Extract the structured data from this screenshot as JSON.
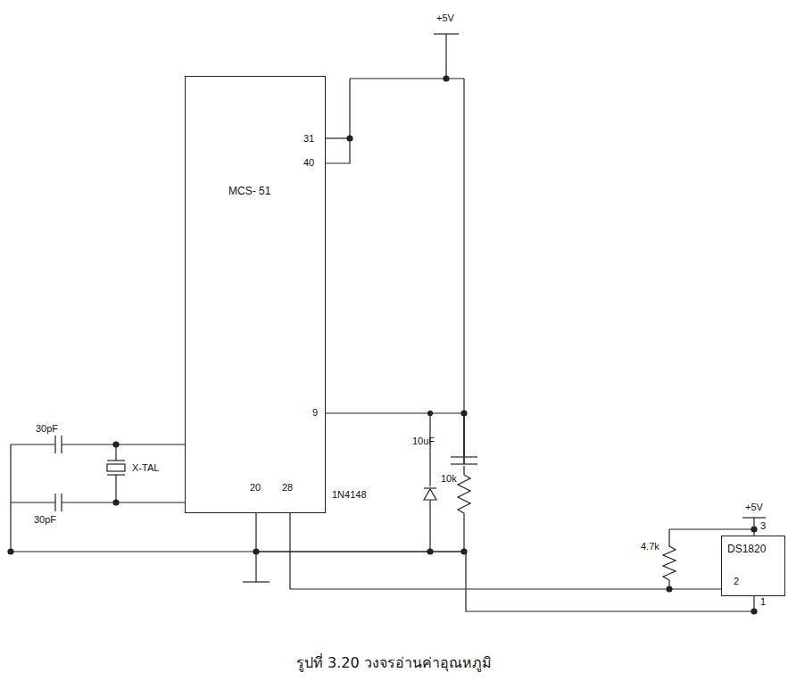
{
  "diagram": {
    "caption": "รูปที่ 3.20 วงจรอ่านค่าอุณหภูมิ",
    "nodes": [
      {
        "text": [
          "MCS- 51"
        ]
      },
      {
        "text": [
          "DS1820"
        ]
      }
    ],
    "edges": [
      {
        "from": 0,
        "to": 1,
        "arrow": "none"
      },
      {
        "from": 0,
        "to": 1,
        "arrow": "none"
      }
    ],
    "labels": [
      "+5V",
      "31",
      "40",
      "9",
      "20",
      "28",
      "30pF",
      "30pF",
      "X-TAL",
      "10uF",
      "1N4148",
      "10k",
      "4.7k",
      "+5V",
      "3",
      "2",
      "1"
    ]
  }
}
